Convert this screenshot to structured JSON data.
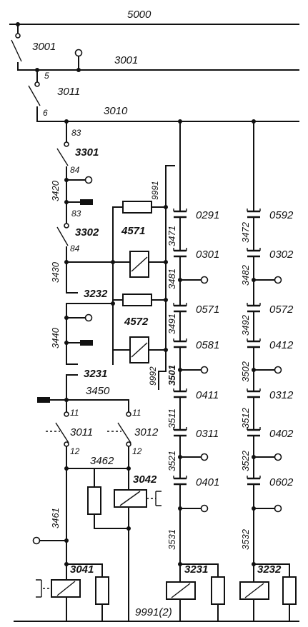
{
  "wires": {
    "w5000": "5000",
    "w3001": "3001",
    "w3010": "3010",
    "w3450": "3450",
    "w3462": "3462",
    "w3232": "3232",
    "w3231": "3231",
    "w9991": "9991",
    "w9992": "9992",
    "w9991_2": "9991(2)",
    "n5": "5",
    "n6": "6",
    "n83a": "83",
    "n84a": "84",
    "n83b": "83",
    "n84b": "84",
    "n11a": "11",
    "n11b": "11",
    "n12a": "12",
    "n12b": "12"
  },
  "switches": {
    "s3001": "3001",
    "s3011": "3011",
    "s3301": "3301",
    "s3302": "3302",
    "s3011b": "3011",
    "s3012": "3012"
  },
  "relays": {
    "r4571": "4571",
    "r4572": "4572",
    "r3042": "3042",
    "r3041": "3041",
    "r3231": "3231",
    "r3232": "3232"
  },
  "vertical_wires": {
    "v3420": "3420",
    "v3430": "3430",
    "v3440": "3440",
    "v3461": "3461",
    "v3471": "3471",
    "v3481": "3481",
    "v3491": "3491",
    "v3501": "3501",
    "v3511": "3511",
    "v3521": "3521",
    "v3531": "3531",
    "v3472": "3472",
    "v3482": "3482",
    "v3492": "3492",
    "v3502": "3502",
    "v3512": "3512",
    "v3522": "3522",
    "v3532": "3532"
  },
  "contacts_col1": [
    "0291",
    "0301",
    "0571",
    "0581",
    "0411",
    "0311",
    "0401"
  ],
  "contacts_col2": [
    "0592",
    "0302",
    "0572",
    "0412",
    "0312",
    "0402",
    "0602"
  ]
}
